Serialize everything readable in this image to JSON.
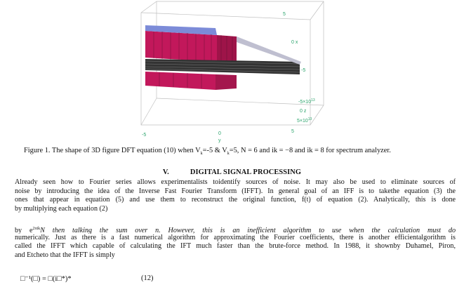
{
  "figure": {
    "ticks": {
      "right_top": "5",
      "right_mid_axis": "0 x",
      "right_low": "-5",
      "z_top": "-5×10",
      "z_top_exp": "13",
      "z_mid": "0 z",
      "z_bot": "5×10",
      "z_bot_exp": "13",
      "bottom_left": "-5",
      "bottom_mid": "0",
      "bottom_mid_axis": "y",
      "bottom_right": "5"
    },
    "colors": {
      "box": "#c0c0c0",
      "pink": "#c2185b",
      "blue": "#7c8bd8",
      "dark": "#222222",
      "axis_text": "#2aa36b"
    }
  },
  "caption": {
    "lead": "Figure 1. The shape of 3D figure DFT equation (10) when V",
    "v1_sub": "k",
    "mid1": "=-5 & V",
    "v2_sub": "k",
    "mid2": "=5, N = 6 and ik = −8 and ik = 8 for spectrum analyzer."
  },
  "section": {
    "number": "V.",
    "title": "DIGITAL SIGNAL PROCESSING"
  },
  "para1": [
    "Already seen how to Fourier series allows experimentalists toidentify sources of noise. It may also be used to eliminate sources of",
    "noise by introducing the idea of the Inverse Fast Fourier Transform (IFFT). In general goal of an IFF is to takethe equation (3) the",
    "ones that appear in equation (5) and use them to reconstruct the original function, f(t) of equation (2). Analytically, this is done",
    "by multiplying each equation (2)"
  ],
  "para2": {
    "line1_prefix": "by e",
    "line1_exp": "2πik",
    "line1_rest": "N then talking the sum over n. However, this is an inefficient algorithm to use when the calculation must do",
    "line2": "numerically. Just as there is a fast numerical algorithm for approximating the Fourier coefficients, there is another efficientalgorithm is",
    "line3": "called the IFFT which capable of calculating the IFT much faster than the brute-force method. In 1988, it shownby Duhamel, Piron,",
    "line4": "and Etcheto that the IFFT is simply"
  },
  "equation": {
    "text": "□⁻¹(□) = □(i□*)*",
    "number": "(12)"
  }
}
